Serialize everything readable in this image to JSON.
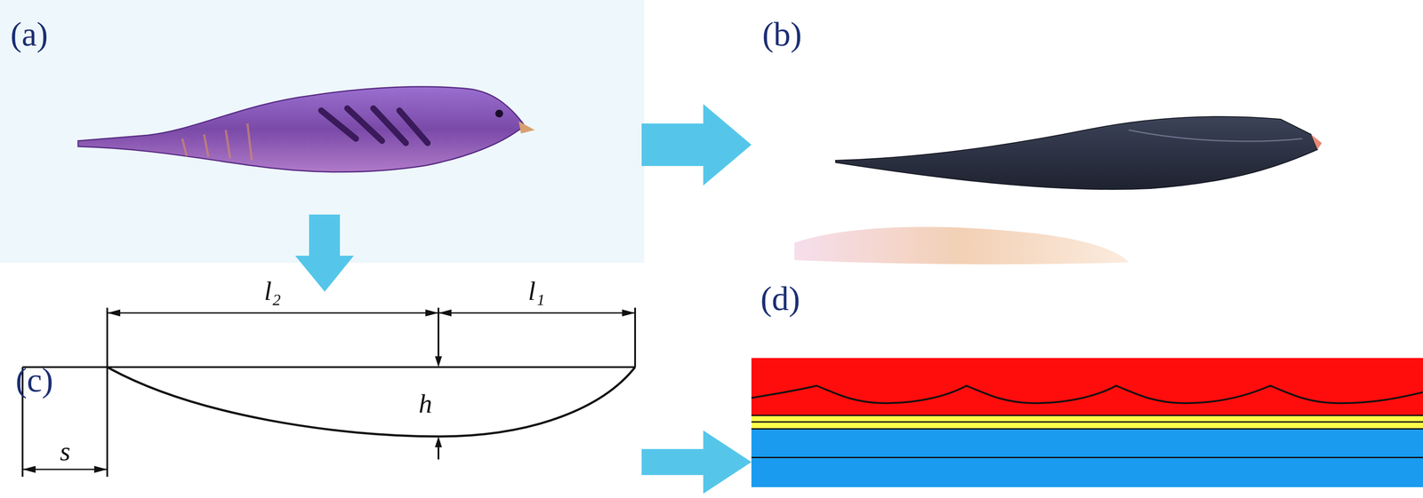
{
  "diagram": {
    "labels": [
      "(a)",
      "(b)",
      "(c)",
      "(d)",
      "l₂",
      "l₁",
      "h",
      "s"
    ]
  }
}
